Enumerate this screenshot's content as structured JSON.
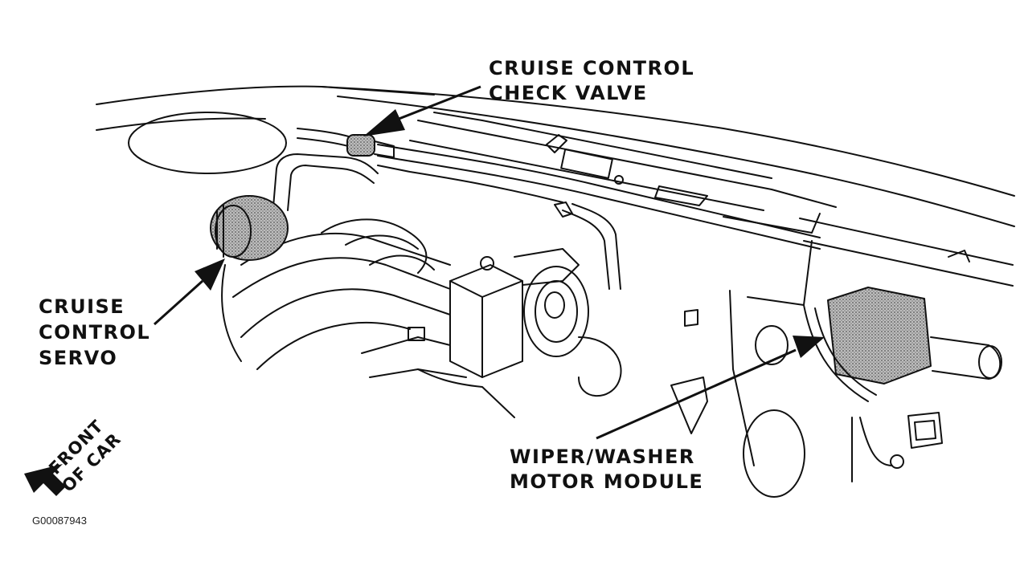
{
  "labels": {
    "check_valve": [
      "CRUISE CONTROL",
      "CHECK VALVE"
    ],
    "servo": [
      "CRUISE",
      "CONTROL",
      "SERVO"
    ],
    "wiper_module": [
      "WIPER/WASHER",
      "MOTOR MODULE"
    ],
    "front_of_car": [
      "FRONT",
      "OF CAR"
    ]
  },
  "figure_id": "G00087943",
  "colors": {
    "ink": "#111111",
    "component_shading": "#8a8a8a",
    "background": "#ffffff"
  }
}
